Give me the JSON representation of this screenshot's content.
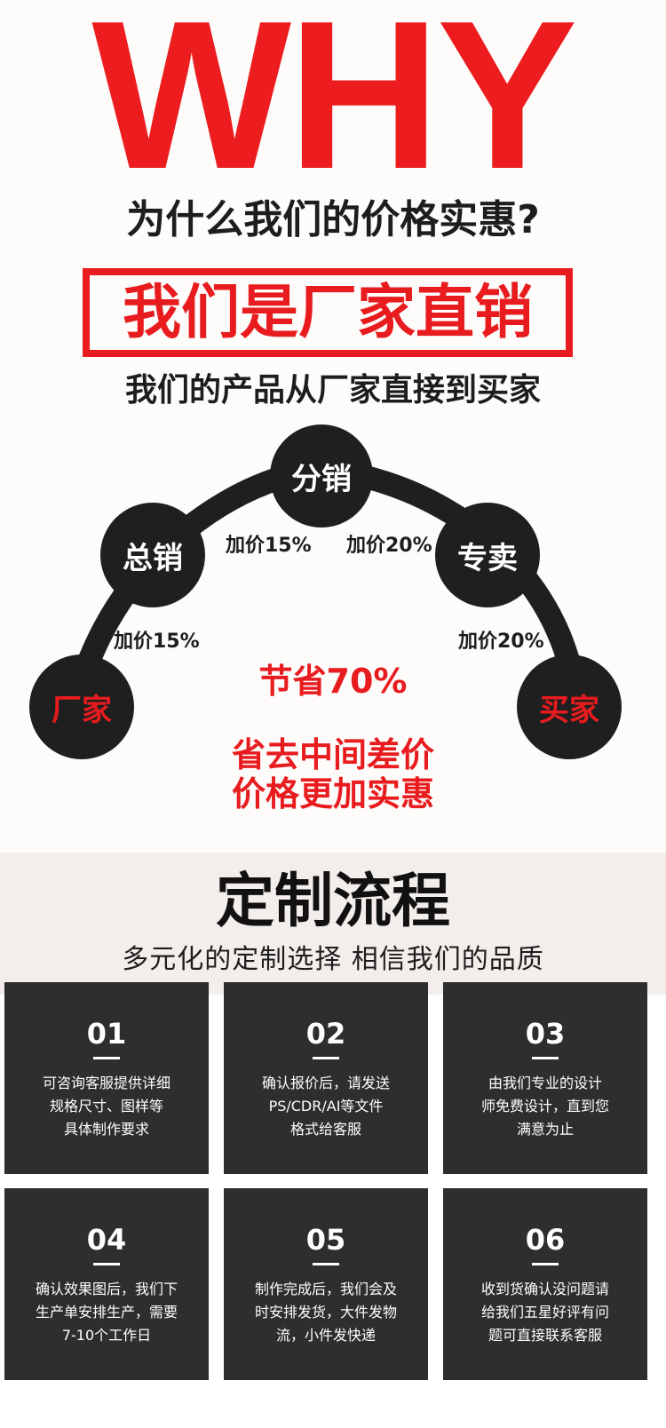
{
  "hero": {
    "why": "WHY",
    "question": "为什么我们的价格实惠?",
    "boxed": "我们是厂家直销",
    "subtitle": "我们的产品从厂家直接到买家"
  },
  "chain": {
    "nodes": [
      "厂家",
      "总销",
      "分销",
      "专卖",
      "买家"
    ],
    "markups": [
      "加价15%",
      "加价15%",
      "加价20%",
      "加价20%"
    ],
    "saving": "节省70%",
    "saving_line1": "省去中间差价",
    "saving_line2": "价格更加实惠"
  },
  "process": {
    "title": "定制流程",
    "subtitle": "多元化的定制选择 相信我们的品质",
    "steps": [
      {
        "num": "01",
        "lines": [
          "可咨询客服提供详细",
          "规格尺寸、图样等",
          "具体制作要求"
        ]
      },
      {
        "num": "02",
        "lines": [
          "确认报价后，请发送",
          "PS/CDR/AI等文件",
          "格式给客服"
        ]
      },
      {
        "num": "03",
        "lines": [
          "由我们专业的设计",
          "师免费设计，直到您",
          "满意为止"
        ]
      },
      {
        "num": "04",
        "lines": [
          "确认效果图后，我们下",
          "生产单安排生产，需要",
          "7-10个工作日"
        ]
      },
      {
        "num": "05",
        "lines": [
          "制作完成后，我们会及",
          "时安排发货，大件发物",
          "流，小件发快递"
        ]
      },
      {
        "num": "06",
        "lines": [
          "收到货确认没问题请",
          "给我们五星好评有问",
          "题可直接联系客服"
        ]
      }
    ]
  },
  "colors": {
    "accent": "#e81c1f",
    "dark": "#1f1f1f",
    "band": "#f3eeeb",
    "card": "#2e2e2e"
  }
}
